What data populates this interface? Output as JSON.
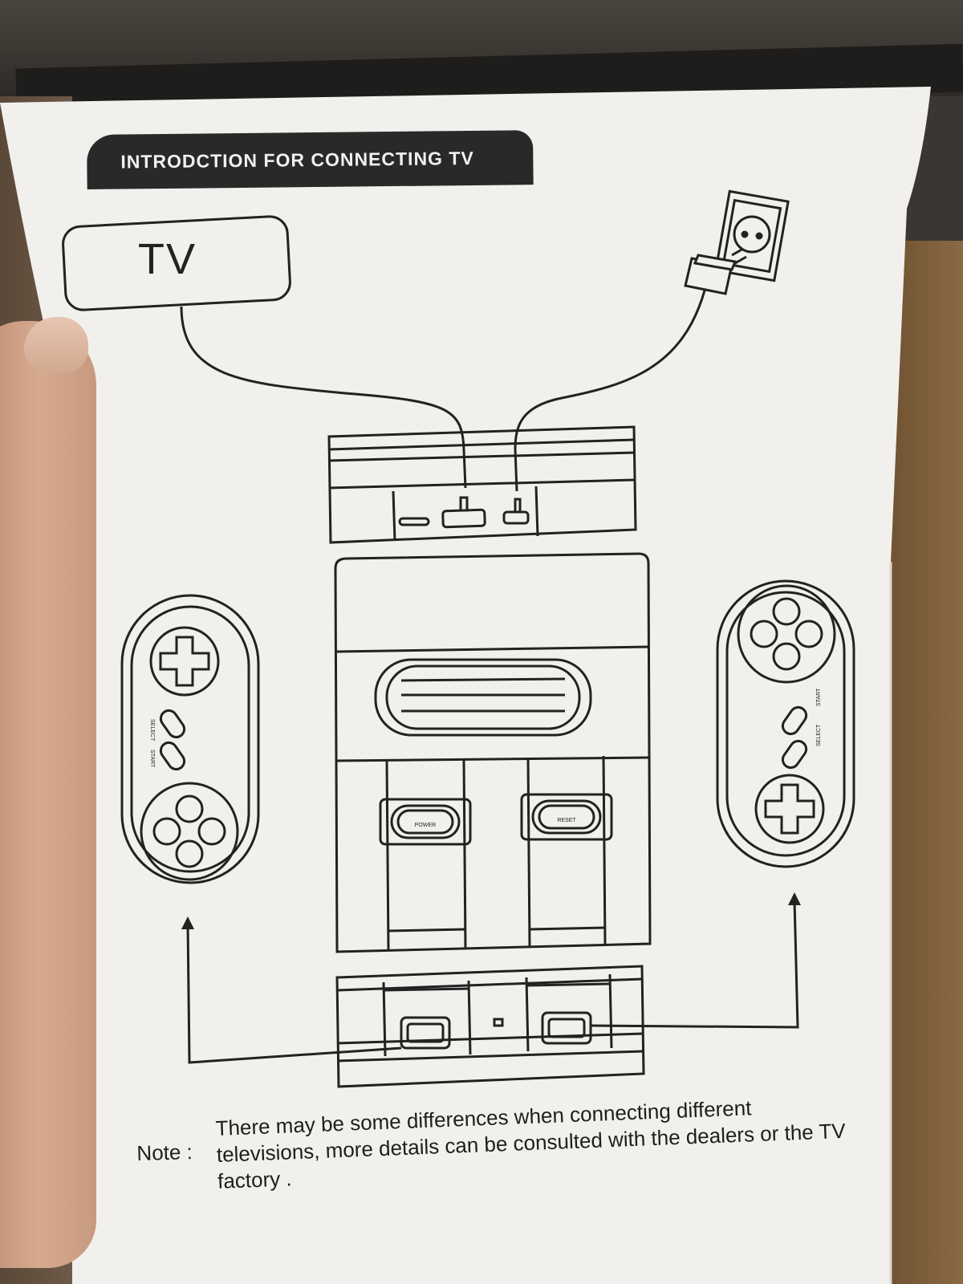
{
  "header": {
    "title": "INTRODCTION FOR CONNECTING TV"
  },
  "tv": {
    "label": "TV"
  },
  "console": {
    "power_label": "POWER",
    "reset_label": "RESET"
  },
  "controller_left": {
    "select_label": "SELECT",
    "start_label": "START"
  },
  "controller_right": {
    "select_label": "SELECT",
    "start_label": "START"
  },
  "note": {
    "label": "Note :",
    "text": "There may be some differences when connecting different televisions, more details can be consulted with the dealers or the TV factory ."
  },
  "colors": {
    "paper": "#f1f0ec",
    "ink": "#222222",
    "banner": "#2a2828"
  }
}
